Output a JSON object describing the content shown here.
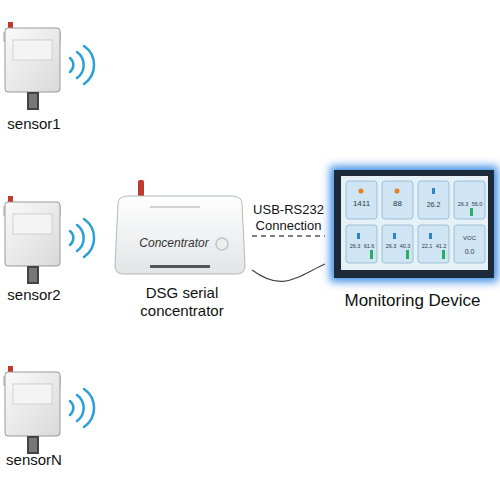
{
  "diagram": {
    "nodes": [
      {
        "text": [
          "sensor1"
        ]
      },
      {
        "text": [
          "sensor2"
        ]
      },
      {
        "text": [
          "sensorN"
        ]
      },
      {
        "text": [
          "Concentrator",
          "DSG serial concentrator"
        ]
      },
      {
        "text": [
          "Monitoring Device"
        ]
      }
    ],
    "edges": [
      {
        "from": 3,
        "to": 4,
        "arrow": "none",
        "label": "USB-RS232 Connection"
      },
      {
        "from": 3,
        "to": 4,
        "arrow": "none"
      }
    ],
    "labels": [
      "1411",
      "88",
      "26.2",
      "26.3",
      "56.0",
      "26.3",
      "61.6",
      "26.3",
      "40.3",
      "22.1",
      "41.2",
      "VOC",
      "0.0"
    ]
  }
}
